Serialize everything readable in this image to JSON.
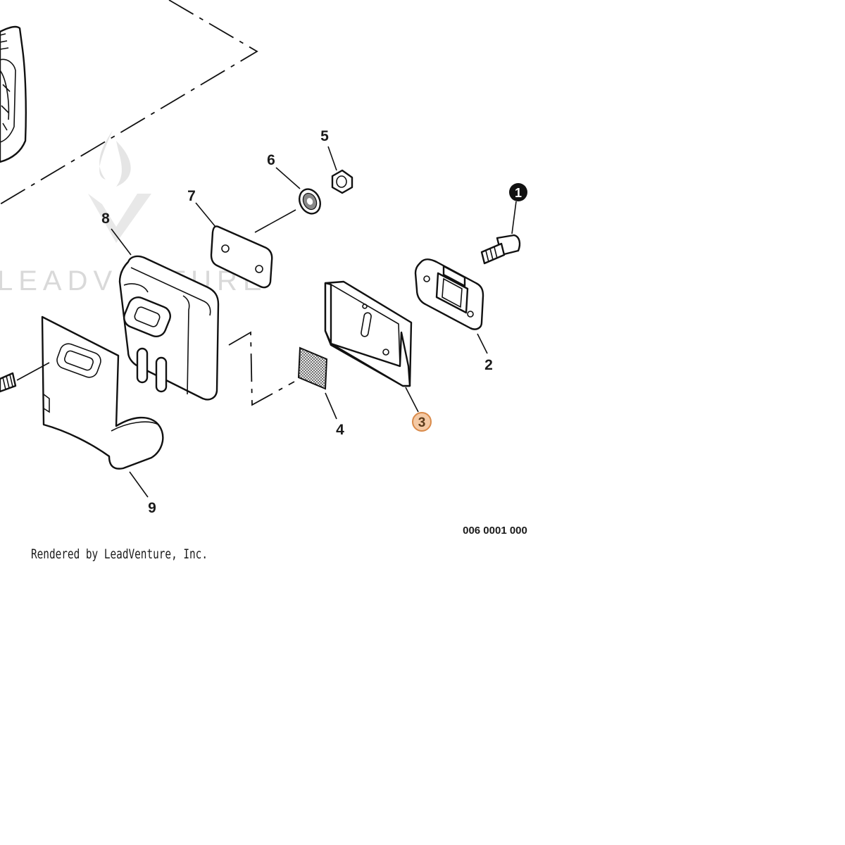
{
  "watermark": {
    "text": "LEADVENTURE"
  },
  "callouts": [
    {
      "id": "1",
      "label": "1",
      "style": "solid"
    },
    {
      "id": "2",
      "label": "2",
      "style": "plain"
    },
    {
      "id": "3",
      "label": "3",
      "style": "highlight"
    },
    {
      "id": "4",
      "label": "4",
      "style": "plain"
    },
    {
      "id": "5",
      "label": "5",
      "style": "plain"
    },
    {
      "id": "6",
      "label": "6",
      "style": "plain"
    },
    {
      "id": "7",
      "label": "7",
      "style": "plain"
    },
    {
      "id": "8",
      "label": "8",
      "style": "plain"
    },
    {
      "id": "9",
      "label": "9",
      "style": "plain"
    }
  ],
  "drawing_number": "006 0001 000",
  "credit": "Rendered by LeadVenture, Inc.",
  "colors": {
    "highlight_fill": "#f4c9a4",
    "highlight_stroke": "#d98a4a",
    "line": "#111111",
    "watermark": "#d9d9d9"
  }
}
